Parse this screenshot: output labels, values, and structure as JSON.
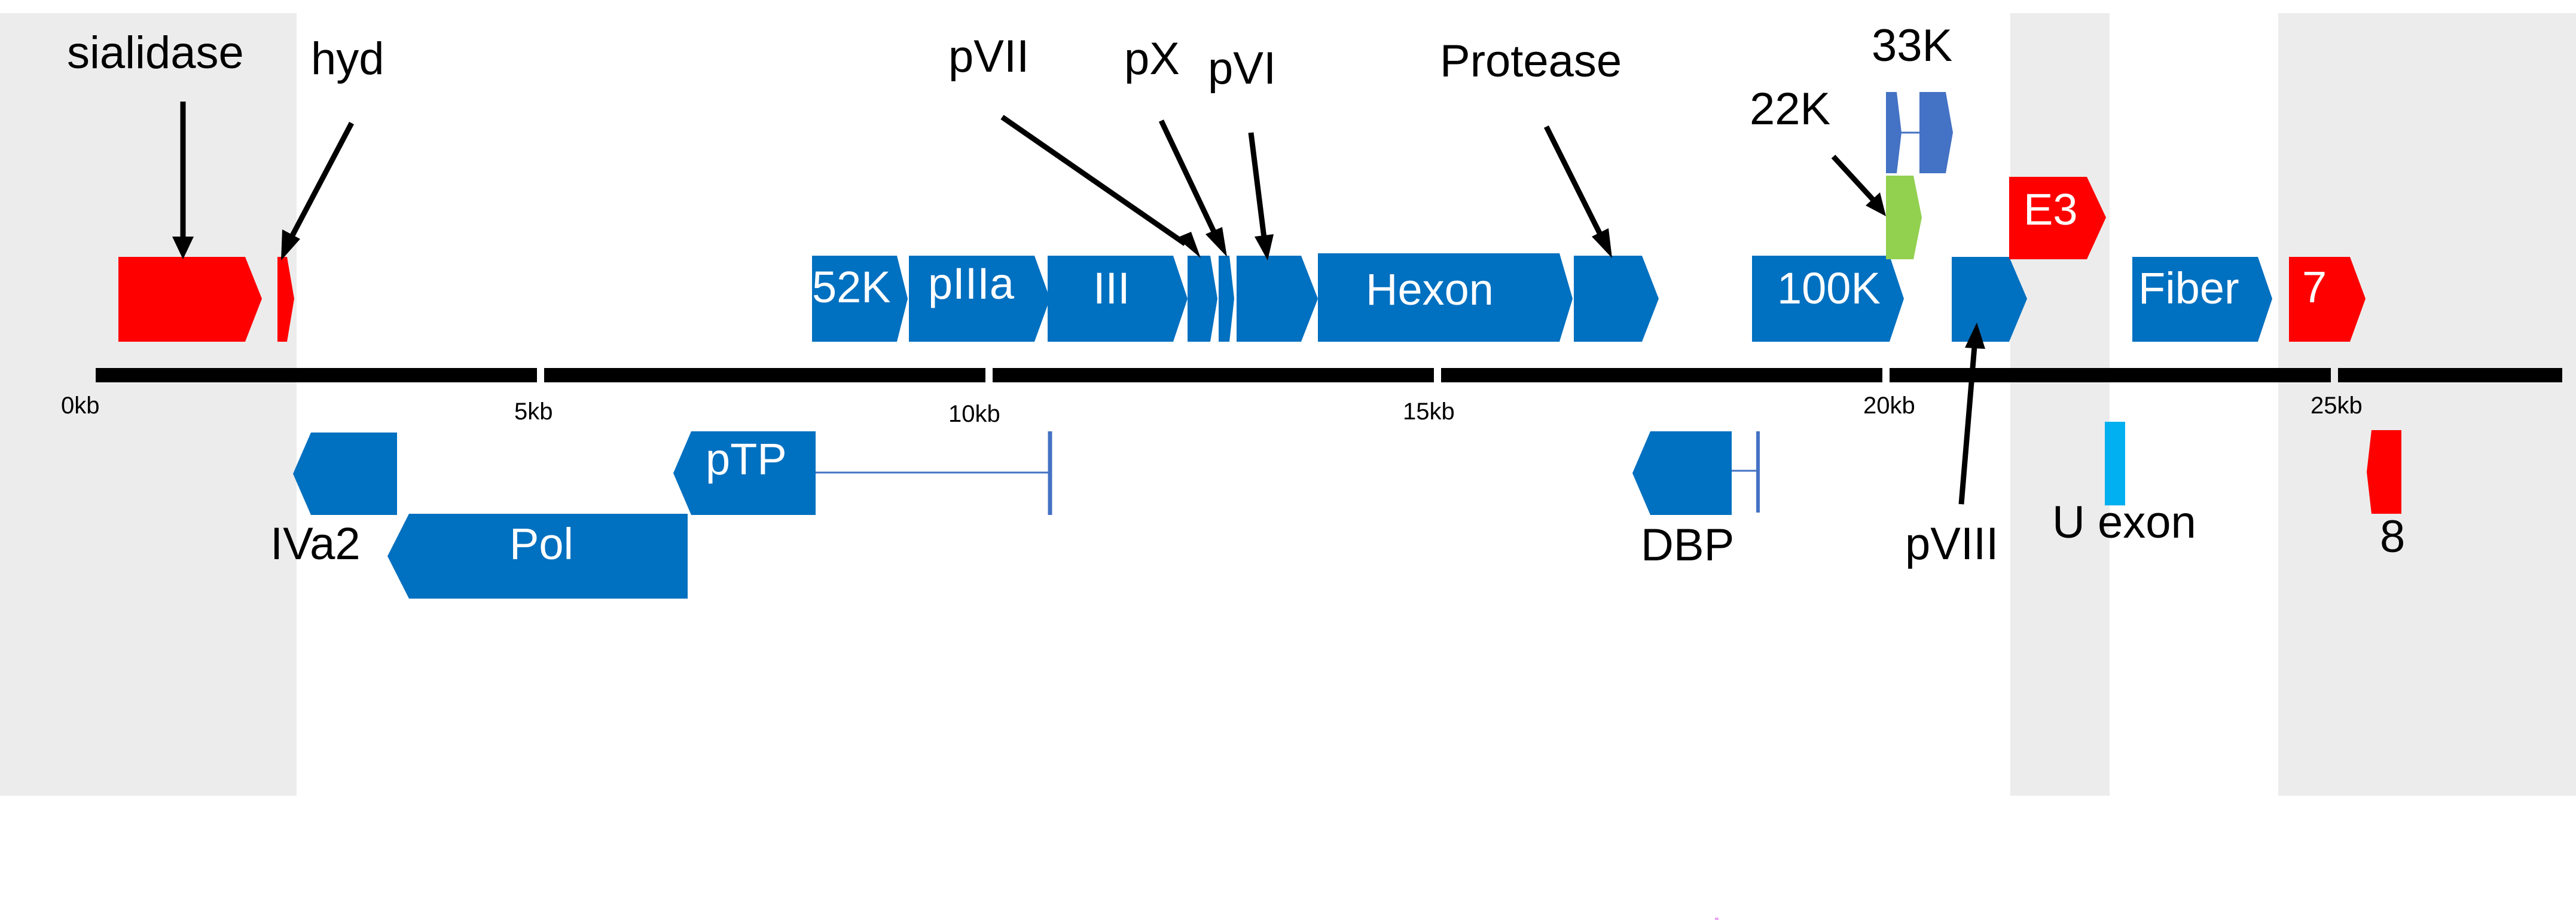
{
  "colors": {
    "shade": "#ececec",
    "blue": "#0070c0",
    "red": "#ff0000",
    "green": "#92d050",
    "light_blue": "#00b0f0",
    "dark_blue": "#4472c4",
    "axis": "#000000"
  },
  "axis": {
    "ticks": [
      "0kb",
      "5kb",
      "10kb",
      "15kb",
      "20kb",
      "25kb"
    ]
  },
  "genes": {
    "sialidase": "sialidase",
    "hyd": "hyd",
    "k52": "52K",
    "pIIIa": "pIIIa",
    "III": "III",
    "pVII": "pVII",
    "pX": "pX",
    "pVI": "pVI",
    "hexon": "Hexon",
    "protease": "Protease",
    "k100": "100K",
    "k22": "22K",
    "k33": "33K",
    "pVIII": "pVIII",
    "E3": "E3",
    "fiber": "Fiber",
    "seven": "7",
    "IVa2": "IVa2",
    "pol": "Pol",
    "pTP": "pTP",
    "DBP": "DBP",
    "u_exon": "U exon",
    "eight": "8"
  }
}
